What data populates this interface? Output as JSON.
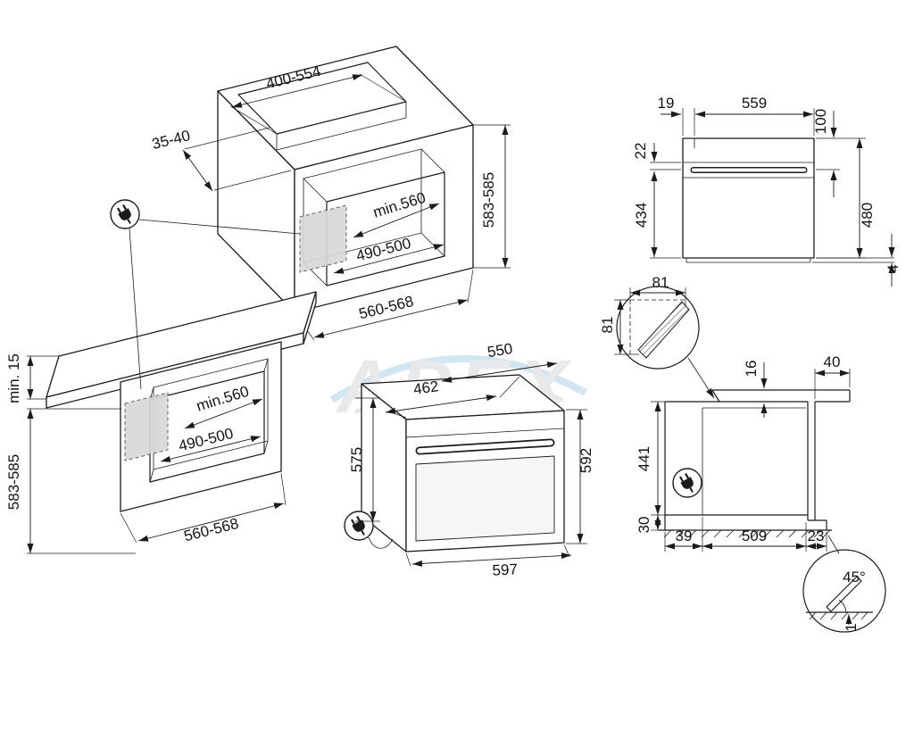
{
  "watermark": {
    "text": "APEX"
  },
  "wall_cabinet": {
    "top_cutout_width": "400-554",
    "front_offset": "35-40",
    "depth": "min.560",
    "socket_zone": "490-500",
    "niche_height": "583-585",
    "niche_width": "560-568"
  },
  "base_cabinet": {
    "counter_gap": "min. 15",
    "depth": "min.560",
    "socket_zone": "490-500",
    "niche_height": "583-585",
    "niche_width": "560-568"
  },
  "oven": {
    "depth": "550",
    "top_width": "462",
    "rear_height": "575",
    "front_height": "592",
    "width": "597"
  },
  "front_view": {
    "side_inset": "19",
    "width": "559",
    "panel_height": "100",
    "handle_gap": "22",
    "door_height": "434",
    "height": "480",
    "bottom_gap": "4"
  },
  "corner_detail": {
    "width": "81",
    "height": "81"
  },
  "side_view": {
    "shelf_thickness": "16",
    "top_clearance": "40",
    "rear_height": "441",
    "plinth_height": "30",
    "rear_gap": "39",
    "depth": "509",
    "front_gap": "23"
  },
  "plinth_detail": {
    "angle": "45°",
    "clearance": "1"
  }
}
